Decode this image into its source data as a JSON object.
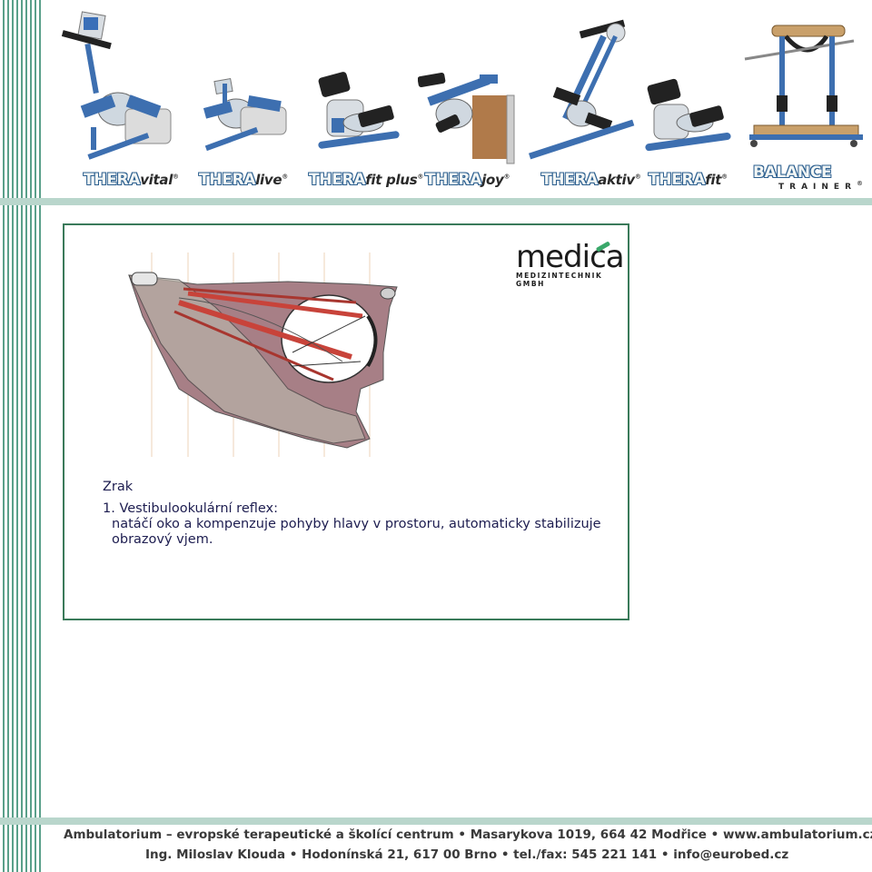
{
  "products": [
    {
      "brand": "THERA",
      "suffix": "vital",
      "mark": "®"
    },
    {
      "brand": "THERA",
      "suffix": "live",
      "mark": "®"
    },
    {
      "brand": "THERA",
      "suffix": "fit plus",
      "mark": "®"
    },
    {
      "brand": "THERA",
      "suffix": "joy",
      "mark": "®"
    },
    {
      "brand": "THERA",
      "suffix": "aktiv",
      "mark": "®"
    },
    {
      "brand": "THERA",
      "suffix": "fit",
      "mark": "®"
    },
    {
      "brand": "BALANCE",
      "suffix": "TRAINER",
      "mark": "®"
    }
  ],
  "logo": {
    "word": "medica",
    "sub": "MEDIZINTECHNIK GMBH"
  },
  "content": {
    "title": "Zrak",
    "lines": [
      "1. Vestibulookulární reflex:",
      "natáčí oko a kompenzuje pohyby hlavy v prostoru, automaticky stabilizuje",
      "obrazový vjem."
    ]
  },
  "footer": {
    "line1": "Ambulatorium – evropské terapeutické a školící centrum  •  Masarykova 1019, 664 42 Modřice  •  www.ambulatorium.cz",
    "line2": "Ing. Miloslav Klouda  •  Hodonínská 21, 617 00 Brno  •  tel./fax: 545 221 141  •  info@eurobed.cz"
  },
  "colors": {
    "stripe": "#5aa08a",
    "band": "#b9d6cc",
    "panel_border": "#3a7a5a",
    "text": "#1d1d50",
    "device_blue": "#3d6fb0"
  }
}
